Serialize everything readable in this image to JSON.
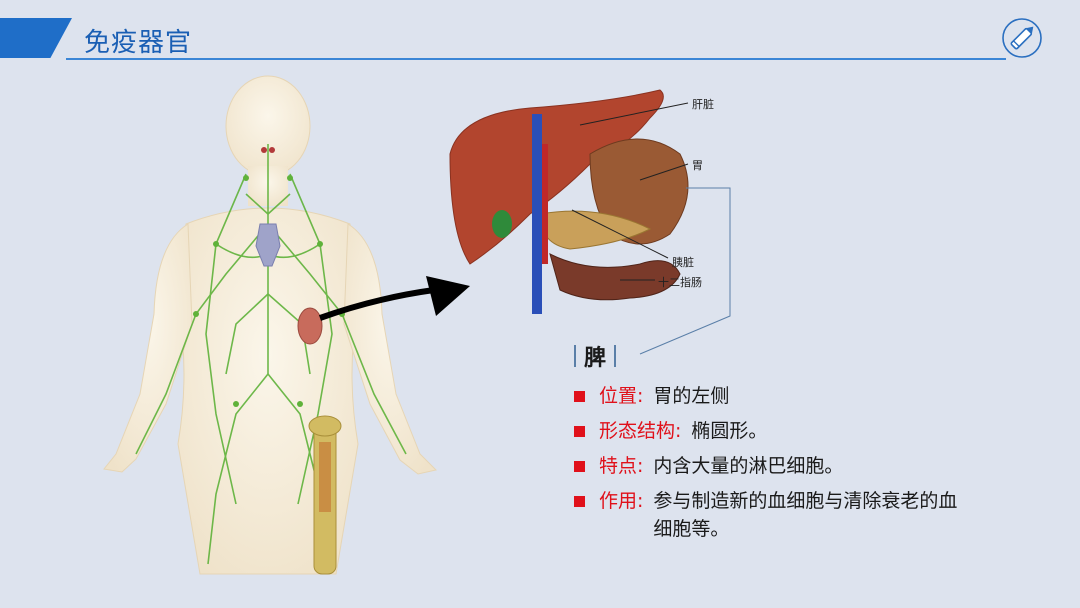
{
  "header": {
    "title": "免疫器官"
  },
  "labels": {
    "liver": "肝脏",
    "stomach": "胃",
    "pancreas": "胰脏",
    "duodenum": "十二指肠"
  },
  "section": {
    "title": "脾"
  },
  "items": [
    {
      "key": "位置:",
      "text": "胃的左侧"
    },
    {
      "key": "形态结构:",
      "text": "椭圆形。"
    },
    {
      "key": "特点:",
      "text": "内含大量的淋巴细胞。"
    },
    {
      "key": "作用:",
      "text": "参与制造新的血细胞与清除衰老的血细胞等。"
    }
  ],
  "colors": {
    "accent_blue": "#1f6ec8",
    "key_red": "#e0101a",
    "background": "#dde3ee"
  },
  "icons": [
    "pen-icon",
    "arrow-icon"
  ]
}
